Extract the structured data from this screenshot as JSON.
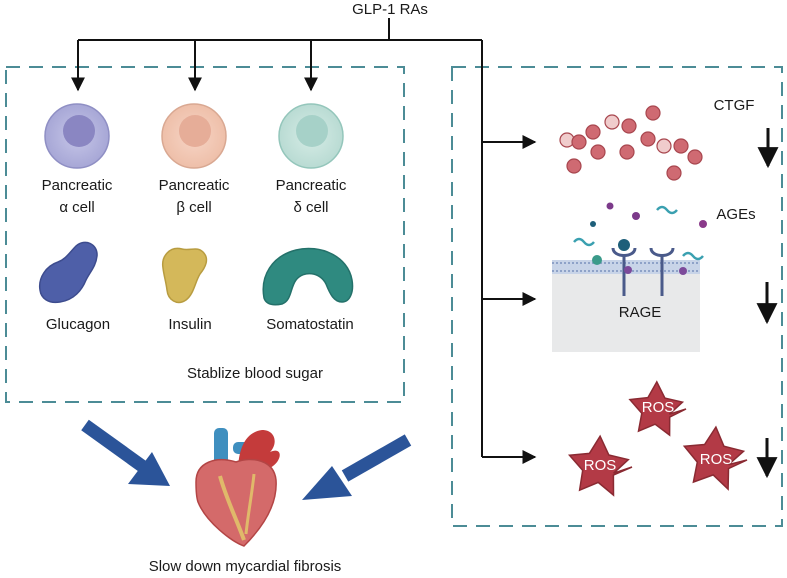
{
  "title": "GLP-1 RAs",
  "cells": [
    {
      "line1": "Pancreatic",
      "line2": "α cell",
      "hormone": "Glucagon"
    },
    {
      "line1": "Pancreatic",
      "line2": "β cell",
      "hormone": "Insulin"
    },
    {
      "line1": "Pancreatic",
      "line2": "δ cell",
      "hormone": "Somatostatin"
    }
  ],
  "left_caption": "Stablize blood sugar",
  "right": {
    "ctgf": "CTGF",
    "ages": "AGEs",
    "rage": "RAGE",
    "ros": "ROS"
  },
  "bottom_caption": "Slow down mycardial fibrosis"
}
